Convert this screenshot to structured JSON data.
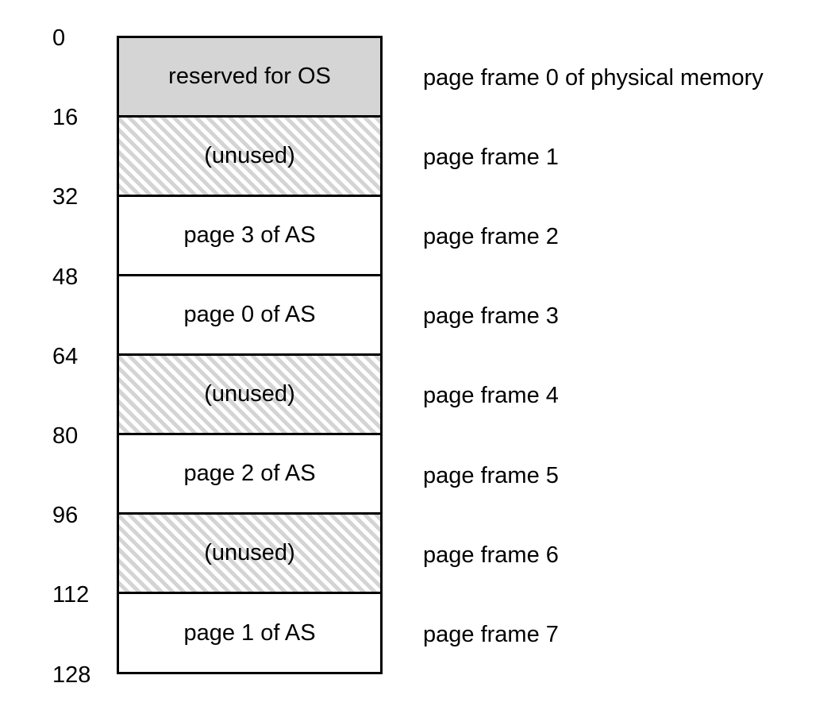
{
  "address_labels": [
    "0",
    "16",
    "32",
    "48",
    "64",
    "80",
    "96",
    "112",
    "128"
  ],
  "frames": [
    {
      "content": "reserved for OS",
      "kind": "reserved",
      "label": "page frame 0 of physical memory"
    },
    {
      "content": "(unused)",
      "kind": "unused",
      "label": "page frame 1"
    },
    {
      "content": "page 3 of AS",
      "kind": "used",
      "label": "page frame 2"
    },
    {
      "content": "page 0 of AS",
      "kind": "used",
      "label": "page frame 3"
    },
    {
      "content": "(unused)",
      "kind": "unused",
      "label": "page frame 4"
    },
    {
      "content": "page 2 of AS",
      "kind": "used",
      "label": "page frame 5"
    },
    {
      "content": "(unused)",
      "kind": "unused",
      "label": "page frame 6"
    },
    {
      "content": "page 1 of AS",
      "kind": "used",
      "label": "page frame 7"
    }
  ],
  "colors": {
    "reserved_fill": "#d5d5d5",
    "unused_hatch": "#d4d4d4",
    "border": "#000000"
  }
}
